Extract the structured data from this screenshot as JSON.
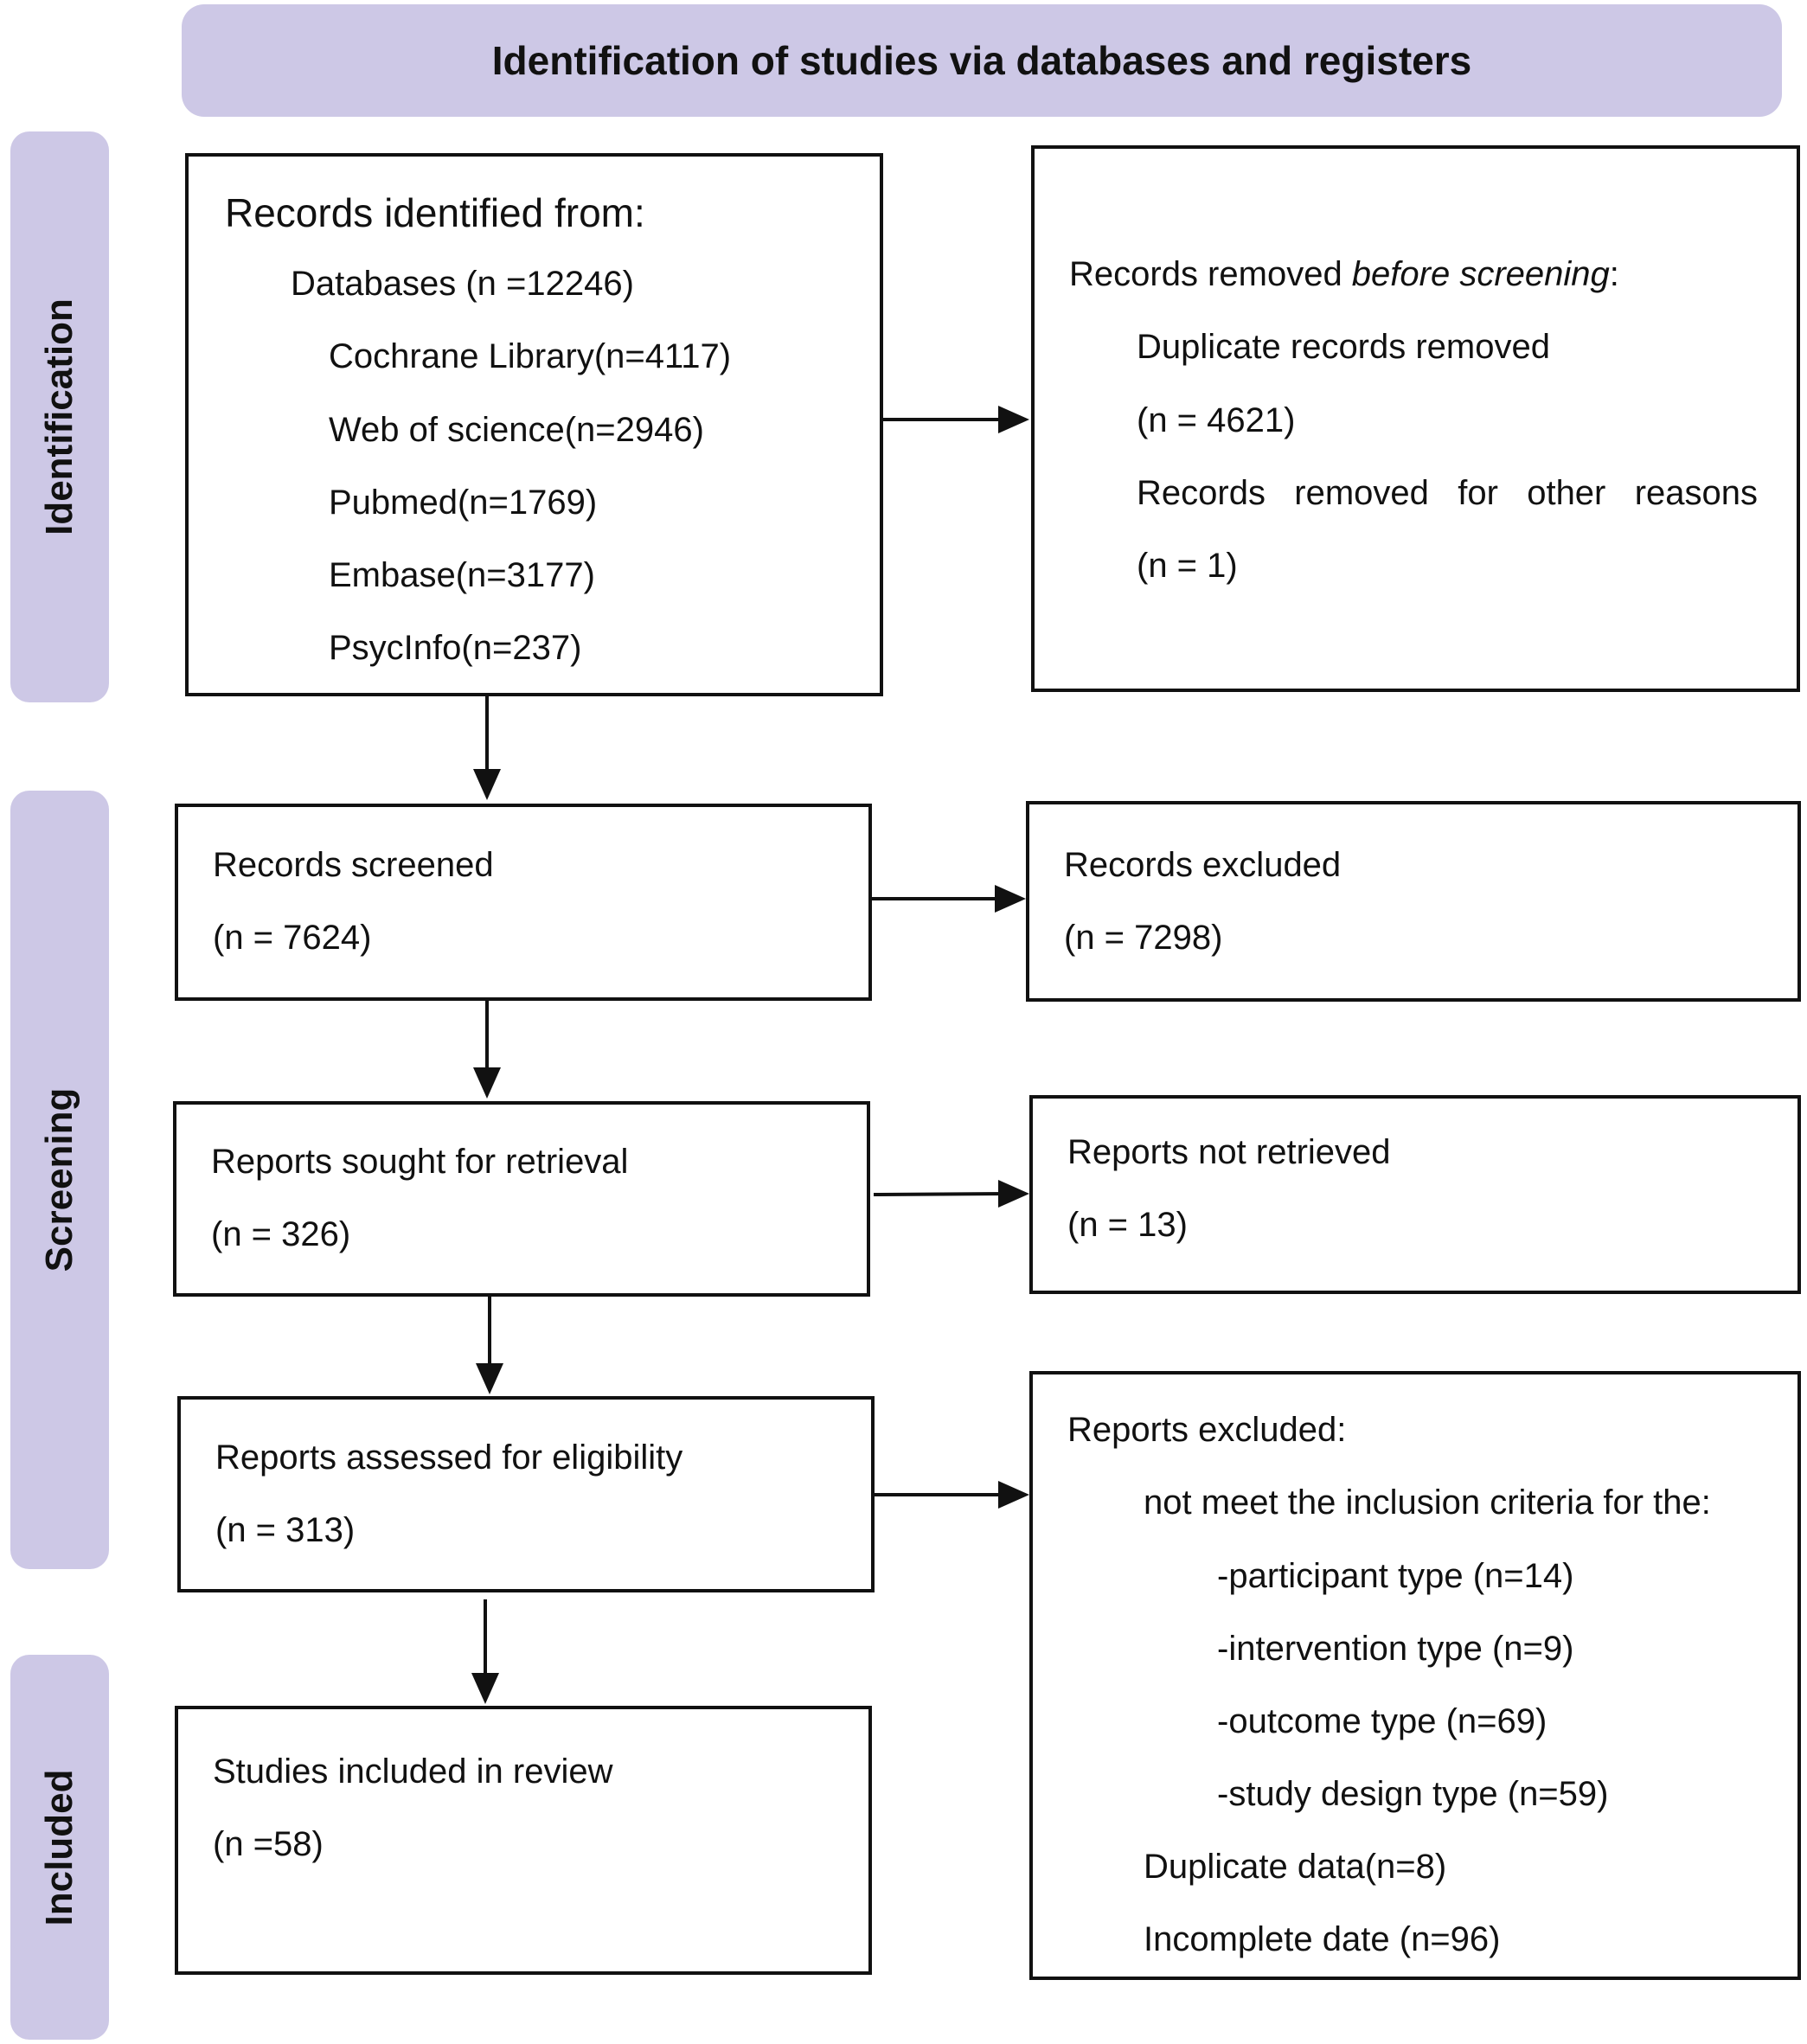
{
  "header": {
    "title": "Identification of studies via databases and registers"
  },
  "phases": {
    "identification": "Identification",
    "screening": "Screening",
    "included": "Included"
  },
  "identified": {
    "heading": "Records identified from:",
    "databases": "Databases (n =12246)",
    "sources": [
      "Cochrane Library(n=4117)",
      "Web of science(n=2946)",
      "Pubmed(n=1769)",
      "Embase(n=3177)",
      "PsycInfo(n=237)"
    ]
  },
  "removed": {
    "heading_prefix": "Records removed ",
    "heading_italic": "before screening",
    "heading_suffix": ":",
    "duplicates_label": "Duplicate records removed",
    "duplicates_count": "(n = 4621)",
    "other_words": [
      "Records",
      "removed",
      "for",
      "other",
      "reasons"
    ],
    "other_count": "(n = 1)"
  },
  "screened": {
    "label": "Records screened",
    "count": "(n = 7624)"
  },
  "excluded": {
    "label": "Records excluded",
    "count": "(n = 7298)"
  },
  "sought": {
    "label": "Reports sought for retrieval",
    "count": "(n = 326)"
  },
  "not_retrieved": {
    "label": "Reports not retrieved",
    "count": "(n = 13)"
  },
  "assessed": {
    "label": "Reports assessed for eligibility",
    "count": "(n = 313)"
  },
  "reports_excluded": {
    "heading": "Reports excluded:",
    "criteria_intro": "not meet the inclusion criteria for the:",
    "criteria": [
      "-participant type (n=14)",
      "-intervention type (n=9)",
      "-outcome type (n=69)",
      "-study design type (n=59)"
    ],
    "duplicate": "Duplicate data(n=8)",
    "incomplete": "Incomplete date (n=96)"
  },
  "included": {
    "label": "Studies included in review",
    "count": "(n =58)"
  }
}
